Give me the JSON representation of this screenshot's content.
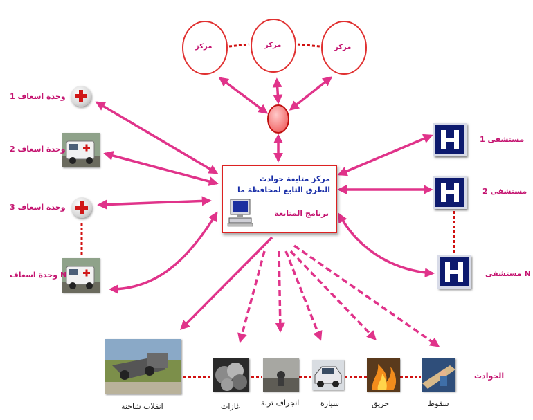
{
  "centers": {
    "label": "مركز"
  },
  "hub": {
    "line1": "مركز متابعة حوادث",
    "line2": "الطرق التابع لمحافظة ما",
    "line3": "برنامج المتابعة"
  },
  "ambulance_units": {
    "unit1": "وحدة اسعاف 1",
    "unit2": "وحدة اسعاف 2",
    "unit3": "وحدة اسعاف 3",
    "unitN": "وحدة اسعاف N"
  },
  "hospitals": {
    "h1": "مستشفى 1",
    "h2": "مستشفى 2",
    "hN": "مستشفى N",
    "icon_letter": "H"
  },
  "accidents": {
    "title": "الحوادث",
    "types": [
      "انقلاب شاحنة",
      "غازات",
      "انجراف تربة",
      "سيارة",
      "حريق",
      "سقوط"
    ]
  },
  "colors": {
    "arrow": "#e0338a",
    "hub_border": "#d22222",
    "hub_title": "#1a2fa8",
    "hospital": "#0d1a6e"
  }
}
